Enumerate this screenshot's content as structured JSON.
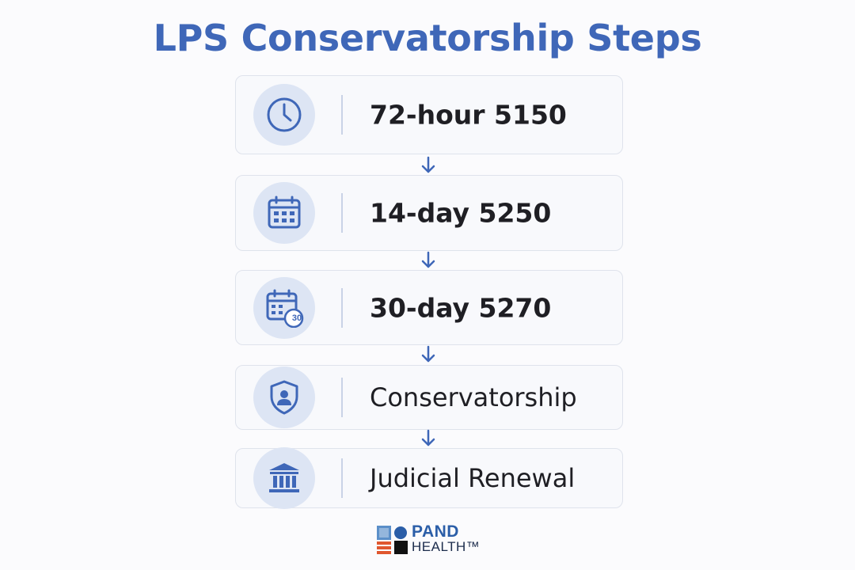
{
  "title": "LPS Conservatorship Steps",
  "colors": {
    "title": "#3f67b8",
    "icon": "#3f67b8",
    "icon_background": "#dde5f4",
    "box_background": "#f8f9fc",
    "box_border": "#dfe3ec",
    "arrow": "#3f67b8",
    "text": "#1f1f24"
  },
  "steps": [
    {
      "label": "72-hour 5150",
      "icon": "clock-icon"
    },
    {
      "label": "14-day 5250",
      "icon": "calendar-icon"
    },
    {
      "label": "30-day 5270",
      "icon": "calendar-30-icon",
      "badge": "30"
    },
    {
      "label": "Conservatorship",
      "icon": "shield-person-icon"
    },
    {
      "label": "Judicial Renewal",
      "icon": "courthouse-icon"
    }
  ],
  "logo": {
    "line1": "PAND",
    "line2": "HEALTH™"
  }
}
